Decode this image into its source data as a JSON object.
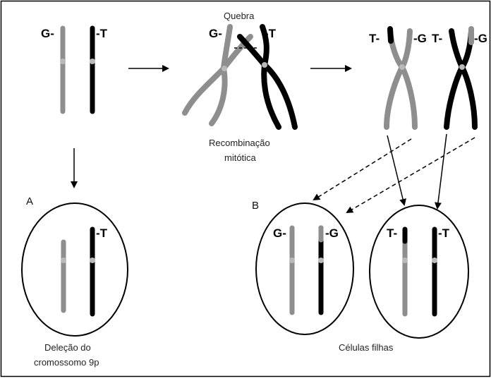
{
  "labels": {
    "g_left": "G-",
    "t_right": "-T",
    "quebra": "Quebra",
    "recomb_line1": "Recombinação",
    "recomb_line2": "mitótica",
    "letter_a": "A",
    "letter_b": "B",
    "delecao_line1": "Deleção do",
    "delecao_line2": "cromossomo 9p",
    "celulas": "Células filhas",
    "t_dash": "T-",
    "dash_g": "-G",
    "dash_t": "-T"
  },
  "colors": {
    "gray": "#8e8e8e",
    "black": "#000000",
    "centromere": "#b9b9b9",
    "border": "#000000"
  }
}
